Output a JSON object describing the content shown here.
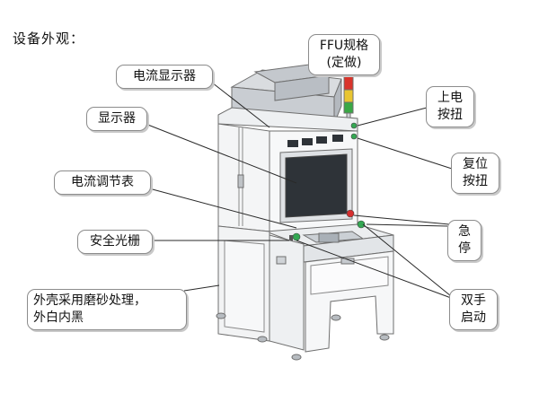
{
  "heading": "设备外观：",
  "labels": {
    "current_display": "电流显示器",
    "ffu_spec": [
      "FFU规格",
      "(定做)"
    ],
    "display": "显示器",
    "power_on_button": [
      "上电",
      "按扭"
    ],
    "ammeter": "电流调节表",
    "reset_button": [
      "复位",
      "按扭"
    ],
    "light_curtain": "安全光栅",
    "emergency_stop": [
      "急",
      "停"
    ],
    "shell_finish": [
      "外壳采用磨砂处理，",
      "外白内黑"
    ],
    "two_hand_start": [
      "双手",
      "启动"
    ]
  },
  "colors": {
    "machine_outline": "#6f6f6f",
    "screen": "#2e3338",
    "ffu": "#c9cdd2",
    "tower_light_red": "#d9342b",
    "tower_light_yellow": "#e9c531",
    "tower_light_green": "#3aa845",
    "button_green": "#34a853",
    "button_red": "#d62f2f",
    "leader_line": "#2a2a2a"
  }
}
